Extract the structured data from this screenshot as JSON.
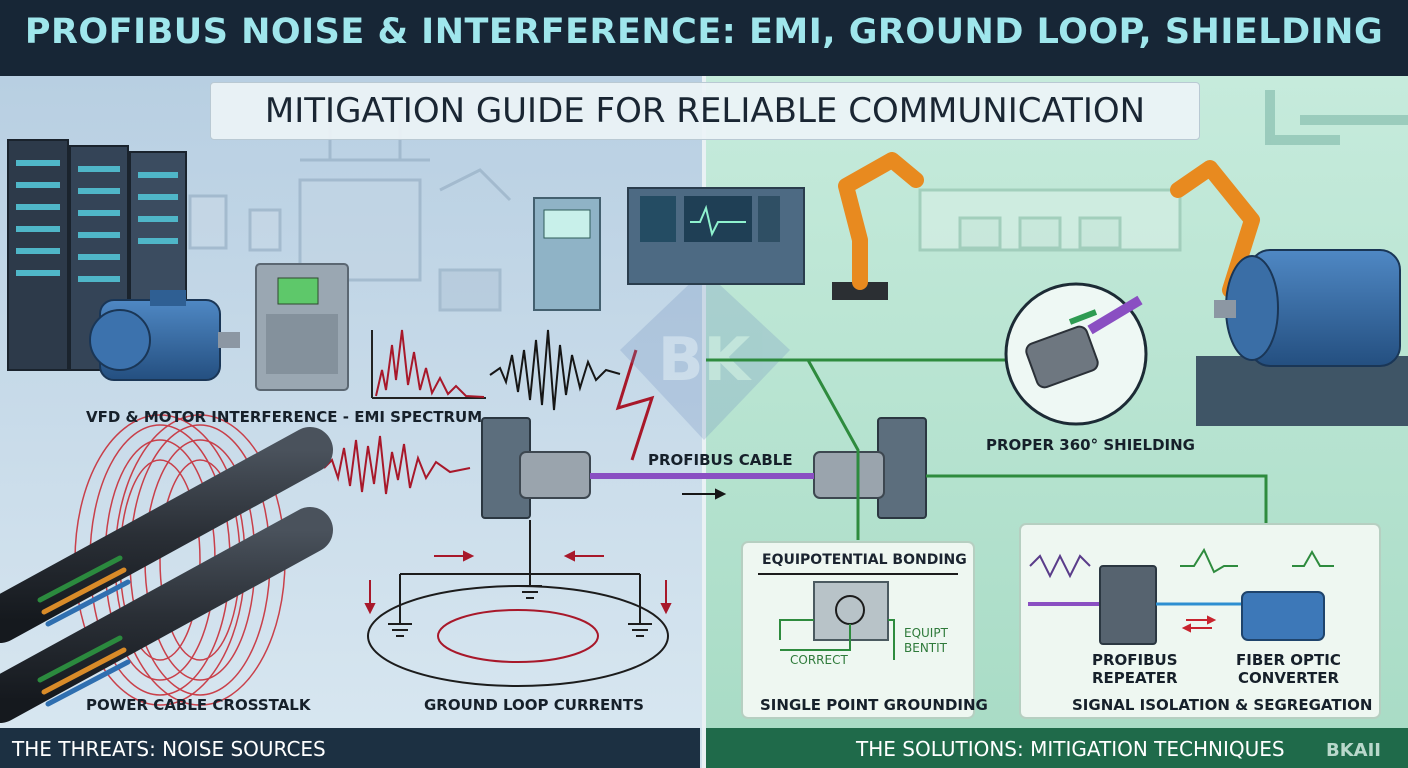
{
  "title": "PROFIBUS NOISE & INTERFERENCE: EMI, GROUND LOOP, SHIELDING",
  "subtitle": "MITIGATION GUIDE FOR RELIABLE COMMUNICATION",
  "threats": {
    "footer": "THE THREATS: NOISE SOURCES",
    "vfd_label": "VFD & MOTOR INTERFERENCE - EMI SPECTRUM",
    "crosstalk_label": "POWER CABLE CROSSTALK",
    "ground_loop_label": "GROUND LOOP CURRENTS"
  },
  "center": {
    "cable_label": "PROFIBUS CABLE"
  },
  "solutions": {
    "footer": "THE SOLUTIONS: MITIGATION TECHNIQUES",
    "shielding_label": "PROPER 360° SHIELDING",
    "grounding": {
      "heading": "EQUIPOTENTIAL BONDING",
      "correct": "CORRECT",
      "equipt_line1": "EQUIPT",
      "equipt_line2": "BENTIT",
      "caption": "SINGLE POINT GROUNDING"
    },
    "isolation": {
      "repeater_line1": "PROFIBUS",
      "repeater_line2": "REPEATER",
      "fiber_line1": "FIBER OPTIC",
      "fiber_line2": "CONVERTER",
      "caption": "SIGNAL ISOLATION & SEGREGATION"
    }
  },
  "watermark": "BKAII",
  "colors": {
    "banner": "#172636",
    "title_text": "#9fe6ec",
    "threats_bg": "#c7dceb",
    "solutions_bg": "#bfe6d5",
    "emi_red": "#a8182a",
    "profibus_purple": "#8a4fc2",
    "bonding_green": "#2e8b3e",
    "footer_left": "#1c3042",
    "footer_right": "#1f6a4a"
  }
}
